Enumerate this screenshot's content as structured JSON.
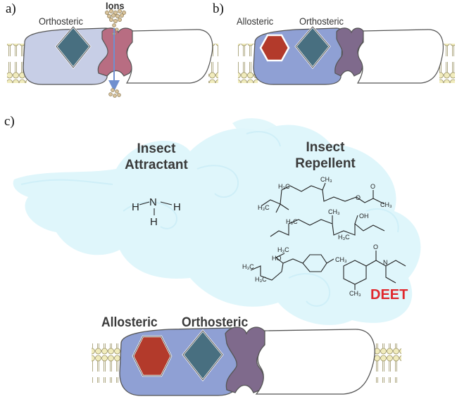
{
  "panels": {
    "a": {
      "panel_label": "a)",
      "ions_label": "Ions",
      "orthosteric_label": "Orthosteric"
    },
    "b": {
      "panel_label": "b)",
      "allosteric_label": "Allosteric",
      "orthosteric_label": "Orthosteric"
    },
    "c": {
      "panel_label": "c)",
      "attractant_heading_line1": "Insect",
      "attractant_heading_line2": "Attractant",
      "repellent_heading_line1": "Insect",
      "repellent_heading_line2": "Repellent",
      "deet_label": "DEET",
      "allosteric_label": "Allosteric",
      "orthosteric_label": "Orthosteric",
      "ammonia_atoms": {
        "n": "N",
        "h": "H"
      }
    }
  },
  "colors": {
    "membrane_lipid": "#e9e3a8",
    "membrane_outline": "#9c9466",
    "receptor_light": "#c7cee6",
    "receptor_blue": "#8fa0d4",
    "channel_mauve": "#b86d82",
    "channel_purple": "#7f6a8c",
    "orthosteric_diamond": "#486f80",
    "allosteric_hexagon": "#b33a2b",
    "ion_flow_arrow": "#6f8fcf",
    "cloud": "#dff6fb",
    "deet_text": "#e0282d"
  },
  "icons": [
    "orthosteric-diamond-icon",
    "allosteric-hexagon-icon",
    "ion-arrow-icon",
    "odor-cloud-icon"
  ]
}
